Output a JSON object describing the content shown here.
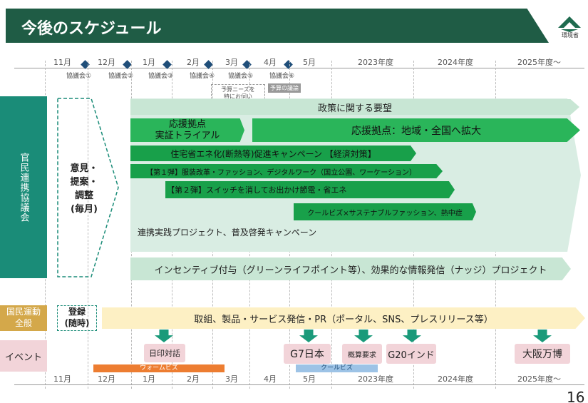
{
  "header": {
    "title": "今後のスケジュール",
    "logo_label": "環境省",
    "logo_icon": "ministry-of-environment-logo"
  },
  "timeline_top": {
    "months": [
      "11月",
      "12月",
      "1月",
      "2月",
      "3月",
      "4月",
      "5月",
      "2023年度",
      "2024年度",
      "2025年度～"
    ],
    "meetings": [
      "協議会①",
      "協議会②",
      "協議会③",
      "協議会④",
      "協議会⑤",
      "協議会⑥"
    ]
  },
  "budget": {
    "note": "予算ニーズを\n特にお伺い",
    "tag": "予算の議論"
  },
  "public_private": {
    "side_label": "官民連携協議会",
    "opinion": "意見・\n提案・\n調整\n(毎月)",
    "policy_request": "政策に関する要望",
    "hub_trial": "応援拠点\n実証トライアル",
    "hub_expand": "応援拠点：地域・全国へ拡大",
    "campaign_main": "住宅省エネ化(断熱等)促進キャンペーン 【経済対策】",
    "campaign_1": "【第１弾】服装改革・ファッション、デジタルワーク（国立公園、ワーケーション）",
    "campaign_2": "【第２弾】スイッチを消してお出かけ節電・省エネ",
    "campaign_3": "クールビズ×サステナブルファッション、熱中症",
    "collab_projects": "連携実践プロジェクト、普及啓発キャンペーン",
    "incentive": "インセンティブ付与（グリーンライフポイント等）、効果的な情報発信（ナッジ）プロジェクト"
  },
  "national": {
    "label": "国民運動\n全般",
    "register": "登録\n(随時)",
    "content": "取組、製品・サービス発信・PR（ポータル、SNS、プレスリリース等）"
  },
  "events": {
    "label": "イベント",
    "items": [
      "日印対話",
      "G7日本",
      "概算要求",
      "G20インド",
      "大阪万博"
    ],
    "warm_biz": "ウォームビズ",
    "cool_biz": "クールビズ"
  },
  "timeline_bottom": {
    "months": [
      "11月",
      "12月",
      "1月",
      "2月",
      "3月",
      "4月",
      "5月",
      "2023年度",
      "2024年度",
      "2025年度～"
    ]
  },
  "page_number": "16",
  "colors": {
    "header": "#1f5c45",
    "teal": "#1a8c78",
    "green": "#2ab55a",
    "light_green": "#c8e6d4",
    "gold": "#d4a84a",
    "pink": "#f2d4d9",
    "orange": "#ed7d31",
    "blue": "#9dc3e6"
  }
}
